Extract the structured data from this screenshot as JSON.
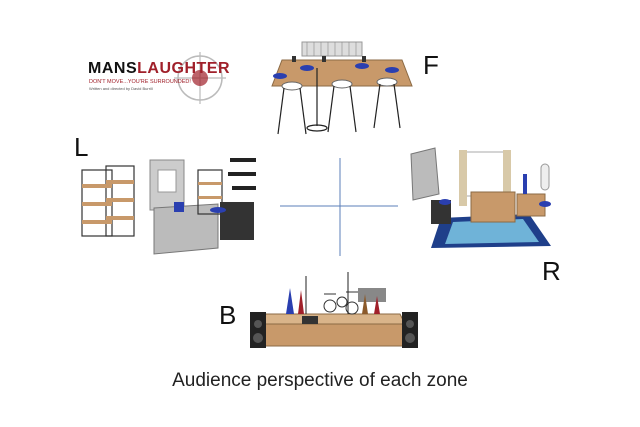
{
  "logo": {
    "title_part1": "MANS",
    "title_part2": "LAUGHTER",
    "tagline": "DON'T MOVE...YOU'RE SURROUNDED!",
    "credit": "Written and directed by David Burrill"
  },
  "zones": [
    {
      "letter": "F"
    },
    {
      "letter": "L"
    },
    {
      "letter": "R"
    },
    {
      "letter": "B"
    }
  ],
  "caption": "Audience perspective of each zone",
  "colors": {
    "accent_red": "#a0202a",
    "chair_blue": "#2a3fb0",
    "wood": "#c8996a",
    "axis_blue": "#5b7fb8"
  }
}
